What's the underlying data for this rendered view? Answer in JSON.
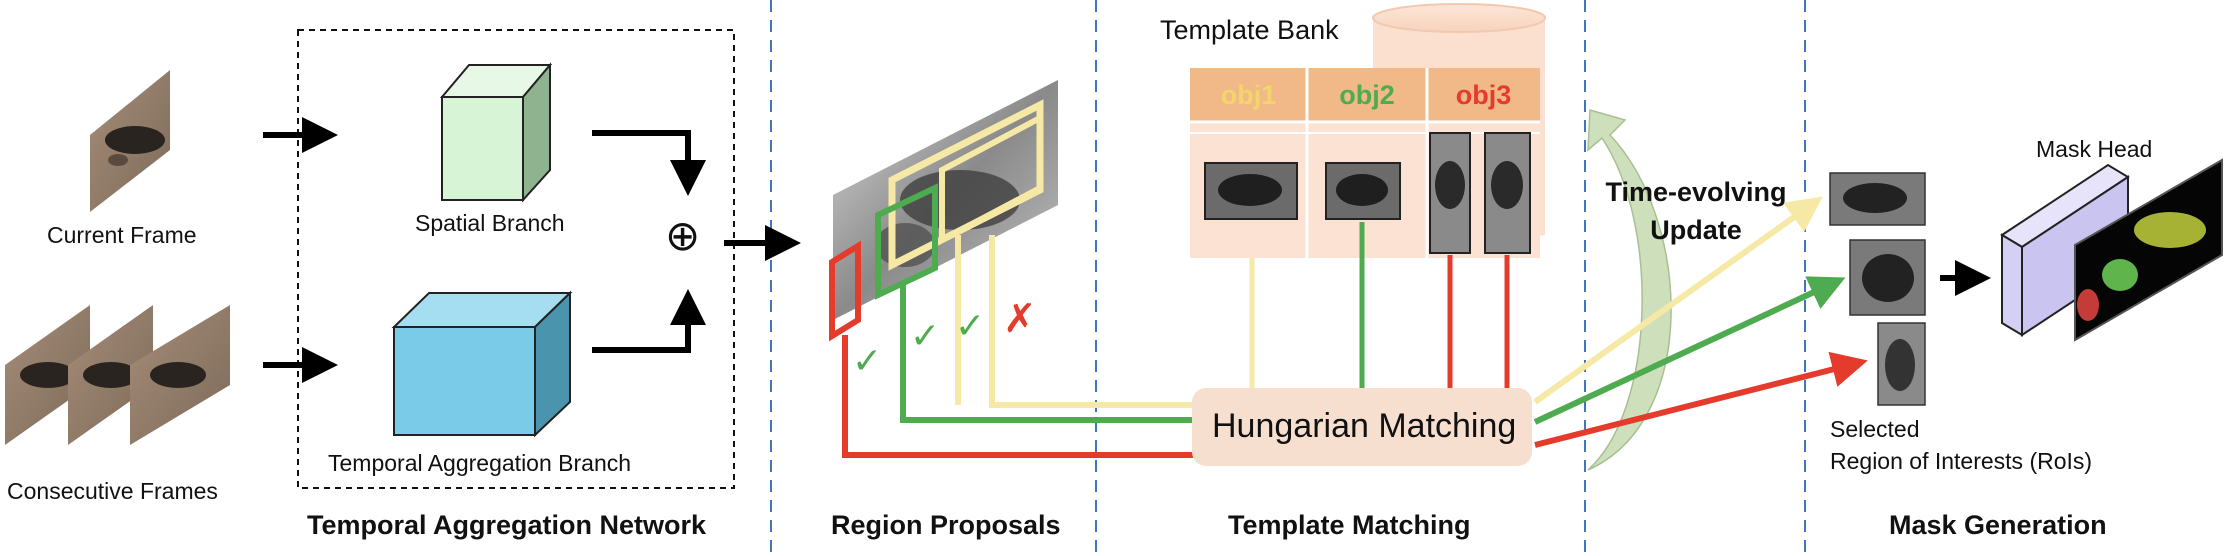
{
  "colors": {
    "yellow": "#f6e9a6",
    "green": "#4fab4f",
    "red": "#e43b2c",
    "spatial_cube": "#d7f4d6",
    "temporal_cube": "#79cbe8",
    "template_header": "#f0b987",
    "template_body": "#fbe2d2",
    "matching_box": "#f7dfcf",
    "update_arrow": "#c8dcb4",
    "mask_head": "#d4d0f4"
  },
  "labels": {
    "current_frame": "Current Frame",
    "consecutive_frames": "Consecutive Frames",
    "spatial_branch": "Spatial Branch",
    "temporal_branch": "Temporal Aggregation Branch",
    "aggregation_symbol": "⊕",
    "template_bank": "Template Bank",
    "hungarian_matching": "Hungarian Matching",
    "time_evolving_line1": "Time-evolving",
    "time_evolving_line2": "Update",
    "mask_head": "Mask Head",
    "selected_line1": "Selected",
    "selected_line2": "Region of Interests (RoIs)",
    "check_mark": "✓",
    "cross_mark": "✗"
  },
  "sections": {
    "temporal_network": "Temporal Aggregation Network",
    "region_proposals": "Region Proposals",
    "template_matching": "Template Matching",
    "mask_generation": "Mask Generation"
  },
  "template_objects": [
    {
      "label": "obj1",
      "color": "#f4d56b"
    },
    {
      "label": "obj2",
      "color": "#4fab4f"
    },
    {
      "label": "obj3",
      "color": "#e43b2c"
    }
  ],
  "proposal_marks": [
    {
      "mark": "check",
      "color": "#4fab4f"
    },
    {
      "mark": "check",
      "color": "#4fab4f"
    },
    {
      "mark": "check",
      "color": "#4fab4f"
    },
    {
      "mark": "cross",
      "color": "#e43b2c"
    }
  ]
}
